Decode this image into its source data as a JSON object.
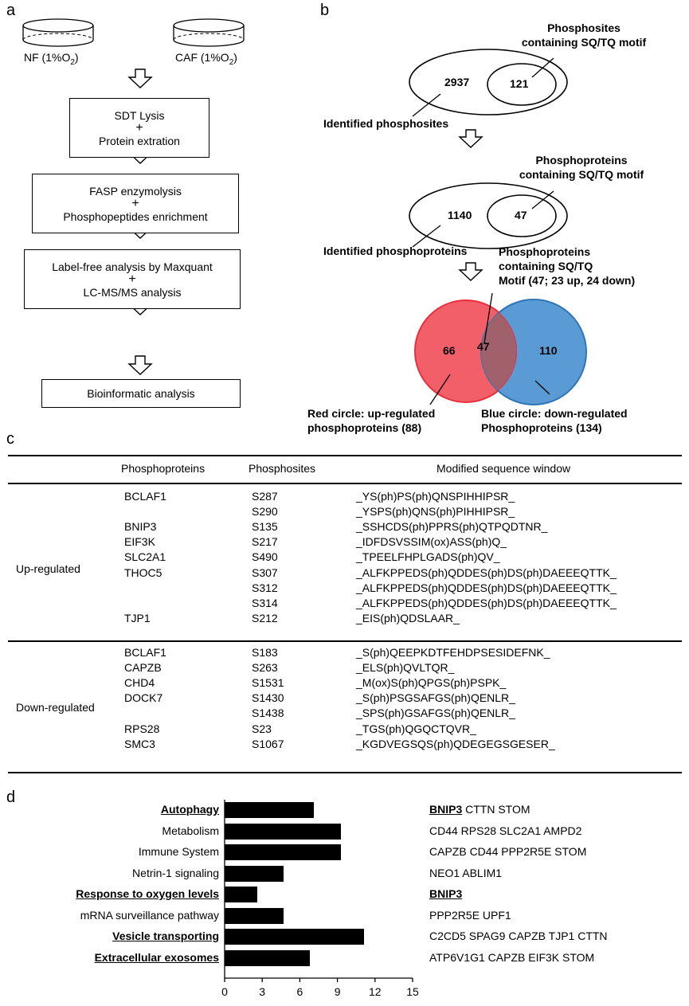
{
  "panels": {
    "a": "a",
    "b": "b",
    "c": "c",
    "d": "d"
  },
  "panel_a": {
    "dish_nf": "NF (1%O",
    "dish_caf": "CAF (1%O",
    "sub2": "2",
    "close": ")",
    "box1_line1": "SDT Lysis",
    "box1_line2": "Protein extration",
    "box2_line1": "FASP enzymolysis",
    "box2_line2": "Phosphopeptides enrichment",
    "box3_line1": "Label-free analysis by Maxquant",
    "box3_line2": "LC-MS/MS analysis",
    "box4": "Bioinformatic analysis",
    "plus": "+"
  },
  "panel_b": {
    "sites_total": "2937",
    "sites_motif": "121",
    "sites_motif_label_1": "Phosphosites",
    "sites_motif_label_2": "containing SQ/TQ motif",
    "sites_identified_label": "Identified phosphosites",
    "prot_total": "1140",
    "prot_motif": "47",
    "prot_motif_label_1": "Phosphoproteins",
    "prot_motif_label_2": "containing SQ/TQ motif",
    "prot_identified_label": "Identified phosphoproteins",
    "venn_label_1": "Phosphoproteins",
    "venn_label_2": "containing SQ/TQ",
    "venn_label_3": "Motif (47; 23 up, 24 down)",
    "venn_red_only": "66",
    "venn_overlap": "47",
    "venn_blue_only": "110",
    "red_label_1": "Red circle: up-regulated",
    "red_label_2": "phosphoproteins (88)",
    "blue_label_1": "Blue circle: down-regulated",
    "blue_label_2": "Phosphoproteins (134)",
    "colors": {
      "red": "#f25f68",
      "red_edge": "#e8303c",
      "blue": "#5b9bd5",
      "blue_edge": "#2e75b6",
      "overlap": "#a0616d"
    }
  },
  "panel_c": {
    "headers": [
      "Phosphoproteins",
      "Phosphosites",
      "Modified sequence window"
    ],
    "up_label": "Up-regulated",
    "down_label": "Down-regulated",
    "up_rows": [
      {
        "protein": "BCLAF1",
        "site": "S287",
        "seq": "_YS(ph)PS(ph)QNSPIHHIPSR_"
      },
      {
        "protein": "",
        "site": "S290",
        "seq": "_YSPS(ph)QNS(ph)PIHHIPSR_"
      },
      {
        "protein": "BNIP3",
        "site": "S135",
        "seq": "_SSHCDS(ph)PPRS(ph)QTPQDTNR_"
      },
      {
        "protein": "EIF3K",
        "site": "S217",
        "seq": "_IDFDSVSSIM(ox)ASS(ph)Q_"
      },
      {
        "protein": "SLC2A1",
        "site": "S490",
        "seq": "_TPEELFHPLGADS(ph)QV_"
      },
      {
        "protein": "THOC5",
        "site": "S307",
        "seq": "_ALFKPPEDS(ph)QDDES(ph)DS(ph)DAEEEQTTK_"
      },
      {
        "protein": "",
        "site": "S312",
        "seq": "_ALFKPPEDS(ph)QDDES(ph)DS(ph)DAEEEQTTK_"
      },
      {
        "protein": "",
        "site": "S314",
        "seq": "_ALFKPPEDS(ph)QDDES(ph)DS(ph)DAEEEQTTK_"
      },
      {
        "protein": "TJP1",
        "site": "S212",
        "seq": "_EIS(ph)QDSLAAR_"
      }
    ],
    "down_rows": [
      {
        "protein": "BCLAF1",
        "site": "S183",
        "seq": "_S(ph)QEEPKDTFEHDPSESIDEFNK_"
      },
      {
        "protein": "CAPZB",
        "site": "S263",
        "seq": "_ELS(ph)QVLTQR_"
      },
      {
        "protein": "CHD4",
        "site": "S1531",
        "seq": "_M(ox)S(ph)QPGS(ph)PSPK_"
      },
      {
        "protein": "DOCK7",
        "site": "S1430",
        "seq": "_S(ph)PSGSAFGS(ph)QENLR_"
      },
      {
        "protein": "",
        "site": "S1438",
        "seq": "_SPS(ph)GSAFGS(ph)QENLR_"
      },
      {
        "protein": "RPS28",
        "site": "S23",
        "seq": "_TGS(ph)QGQCTQVR_"
      },
      {
        "protein": "SMC3",
        "site": "S1067",
        "seq": "_KGDVEGSQS(ph)QDEGEGSGESER_"
      }
    ]
  },
  "chart_data": {
    "type": "bar",
    "orientation": "horizontal",
    "categories": [
      "Autophagy",
      "Metabolism",
      "Immune System",
      "Netrin-1 signaling",
      "Response to oxygen levels",
      "mRNA surveillance pathway",
      "Vesicle transporting",
      "Extracellular exosomes"
    ],
    "highlighted": [
      true,
      false,
      false,
      false,
      true,
      false,
      true,
      true
    ],
    "values": [
      7.1,
      9.3,
      9.3,
      4.7,
      2.6,
      4.7,
      11.1,
      6.8
    ],
    "genes": [
      {
        "bold": "BNIP3",
        "rest": " CTTN STOM"
      },
      {
        "bold": "",
        "rest": "CD44 RPS28 SLC2A1 AMPD2"
      },
      {
        "bold": "",
        "rest": "CAPZB CD44 PPP2R5E STOM"
      },
      {
        "bold": "",
        "rest": "NEO1 ABLIM1"
      },
      {
        "bold": "BNIP3",
        "rest": ""
      },
      {
        "bold": "",
        "rest": "PPP2R5E UPF1"
      },
      {
        "bold": "",
        "rest": "C2CD5 SPAG9 CAPZB TJP1 CTTN"
      },
      {
        "bold": "",
        "rest": "ATP6V1G1 CAPZB EIF3K STOM"
      }
    ],
    "xlim": [
      0,
      15
    ],
    "xticks": [
      "0",
      "3",
      "6",
      "9",
      "12",
      "15"
    ],
    "bar_color": "#000000"
  }
}
